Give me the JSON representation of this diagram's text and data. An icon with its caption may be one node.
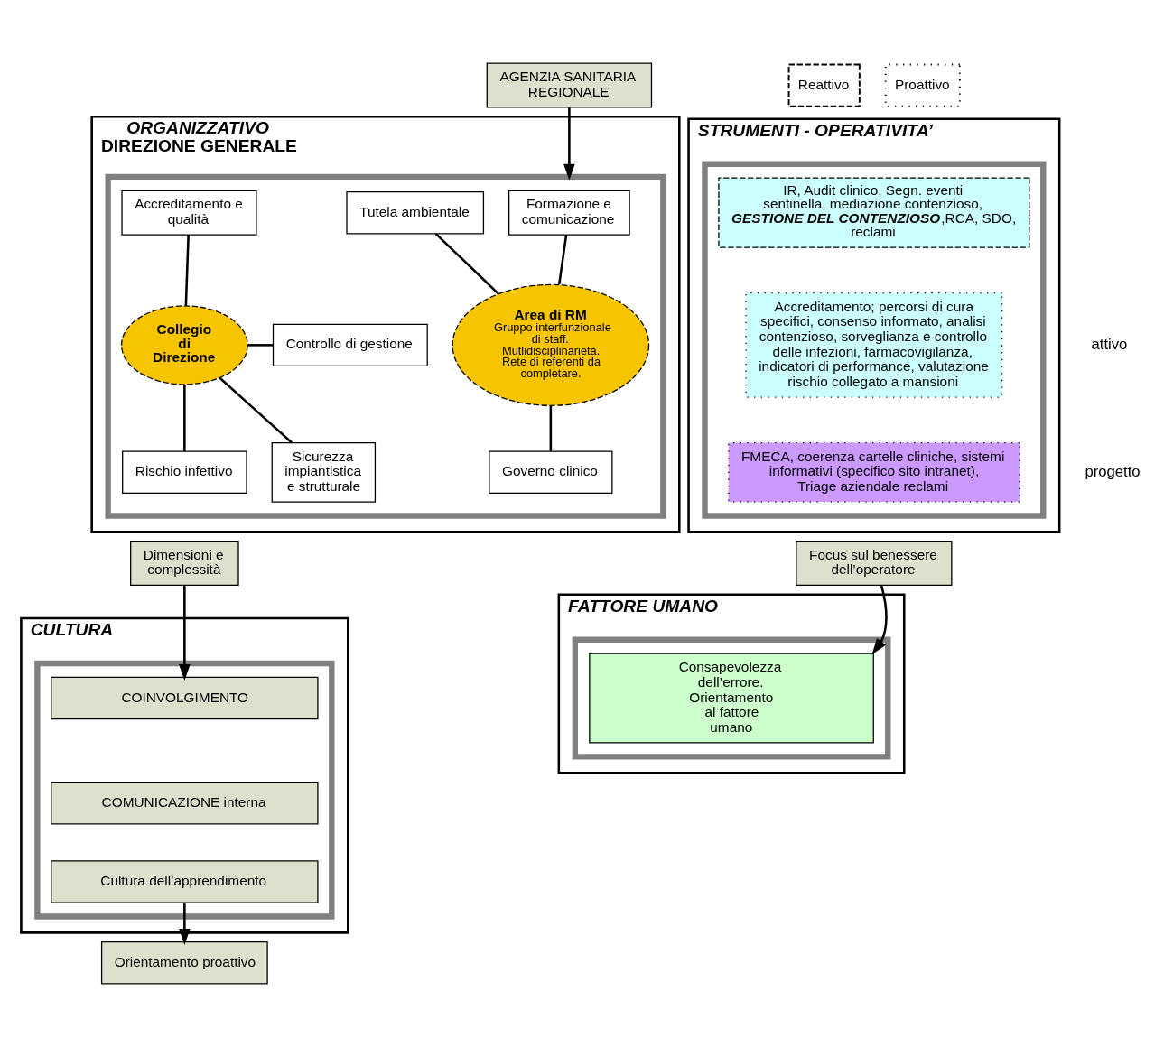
{
  "diagram": {
    "nodes": [
      {
        "text": [
          "AGENZIA SANITARIA REGIONALE"
        ]
      },
      {
        "text": [
          "ORGANIZZATIVO",
          "DIREZIONE GENERALE"
        ]
      },
      {
        "text": [],
        "shape": "box",
        "in": 1
      },
      {
        "text": [
          "Formazione e comunicazione"
        ],
        "in": 2
      },
      {
        "text": [
          "Tutela ambientale"
        ],
        "in": 2
      },
      {
        "text": [
          "Accreditamento e qualità"
        ],
        "in": 2
      },
      {
        "text": [
          "Area di RM",
          "Gruppo interfunzionale di staff. Mutlidisciplinarietà. Rete di referenti da completare."
        ],
        "in": 2
      },
      {
        "text": [
          "Collegio di Direzione"
        ],
        "in": 2
      },
      {
        "text": [
          "Controllo di gestione"
        ],
        "in": 2
      },
      {
        "text": [
          "Governo clinico"
        ],
        "in": 2
      },
      {
        "text": [
          "Rischio infettivo"
        ],
        "in": 2
      },
      {
        "text": [
          "Sicurezza impiantistica e strutturale"
        ],
        "in": 2
      },
      {
        "text": [
          "STRUMENTI - OPERATIVITA’"
        ]
      },
      {
        "text": [],
        "shape": "box",
        "in": 12
      },
      {
        "text": [
          "IR, Audit clinico, Segn. eventi sentinella, mediazione contenzioso, **GESTIONE DEL CONTENZIOSO**,RCA, SDO, reclami"
        ],
        "in": 13
      },
      {
        "text": [
          "Accreditamento; percorsi di cura specifici, consenso informato, analisi contenzioso, sorveglianza e controllo delle infezioni, farmacovigilanza, indicatori di performance, valutazione rischio collegato a mansioni"
        ],
        "in": 13
      },
      {
        "text": [
          "FMECA, coerenza cartelle cliniche, sistemi informativi (specifico sito intranet), Triage aziendale reclami"
        ],
        "in": 13
      },
      {
        "text": [
          "Dimensioni e complessità"
        ]
      },
      {
        "text": [
          "CULTURA"
        ]
      },
      {
        "text": [],
        "shape": "box",
        "in": 18
      },
      {
        "text": [
          "COINVOLGIMENTO"
        ],
        "in": 19
      },
      {
        "text": [
          "COMUNICAZIONE interna"
        ],
        "in": 19
      },
      {
        "text": [
          "Cultura dell’apprendimento"
        ],
        "in": 19
      },
      {
        "text": [
          "Orientamento proattivo"
        ]
      },
      {
        "text": [
          "Focus sul benessere dell’operatore"
        ]
      },
      {
        "text": [
          "FATTORE UMANO"
        ]
      },
      {
        "text": [],
        "shape": "box",
        "in": 25
      },
      {
        "text": [
          "Consapevolezza dell’errore. Orientamento al fattore umano"
        ],
        "in": 26
      }
    ],
    "edges": [
      {
        "from": 0,
        "to": 2,
        "arrow": "to"
      },
      {
        "from": 3,
        "to": 6,
        "arrow": "none"
      },
      {
        "from": 4,
        "to": 6,
        "arrow": "none"
      },
      {
        "from": 5,
        "to": 7,
        "arrow": "none"
      },
      {
        "from": 7,
        "to": 8,
        "arrow": "none"
      },
      {
        "from": 6,
        "to": 9,
        "arrow": "none"
      },
      {
        "from": 7,
        "to": 10,
        "arrow": "none"
      },
      {
        "from": 7,
        "to": 11,
        "arrow": "none"
      },
      {
        "from": 17,
        "to": 20,
        "arrow": "to"
      },
      {
        "from": 24,
        "to": 27,
        "arrow": "to"
      },
      {
        "from": 22,
        "to": 23,
        "arrow": "to"
      }
    ],
    "labels": [
      "attivo",
      "progetto"
    ],
    "legend": [
      {
        "text": "Reattivo"
      },
      {
        "text": "Proattivo"
      }
    ]
  }
}
